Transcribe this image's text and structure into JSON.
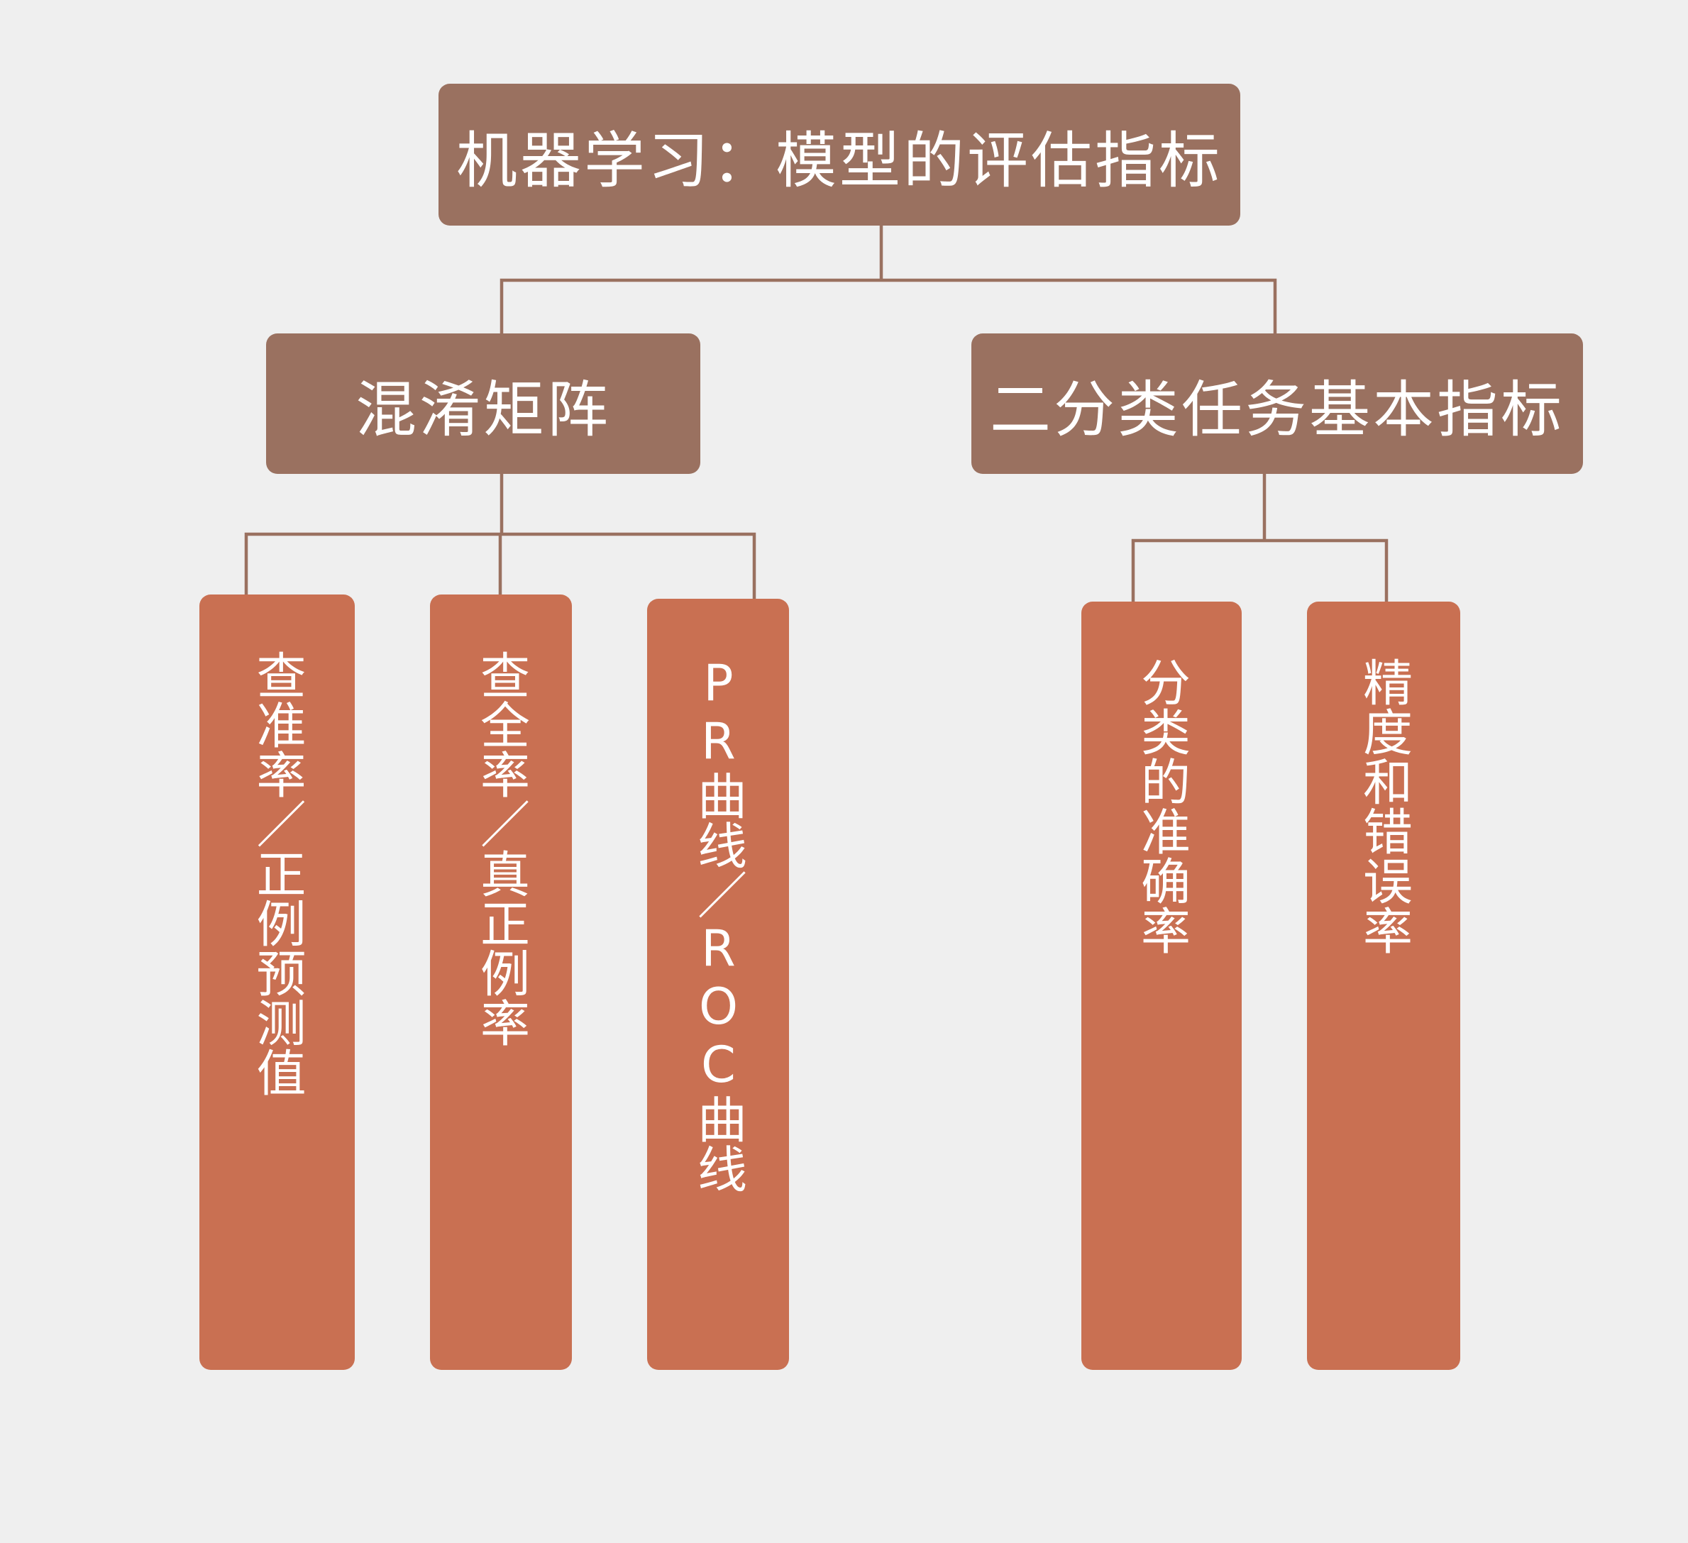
{
  "root": {
    "title": "机器学习：模型的评估指标"
  },
  "branches": {
    "confusion_matrix": {
      "title": "混淆矩阵",
      "children": [
        "查准率／正例预测值",
        "查全率／真正例率",
        "PR曲线／ROC曲线"
      ]
    },
    "binary_metrics": {
      "title": "二分类任务基本指标",
      "children": [
        "分类的准确率",
        "精度和错误率"
      ]
    }
  },
  "colors": {
    "background": "#efefef",
    "header_box": "#9a7160",
    "leaf_box": "#c97052",
    "connector": "#9a7160",
    "text": "#ffffff"
  }
}
